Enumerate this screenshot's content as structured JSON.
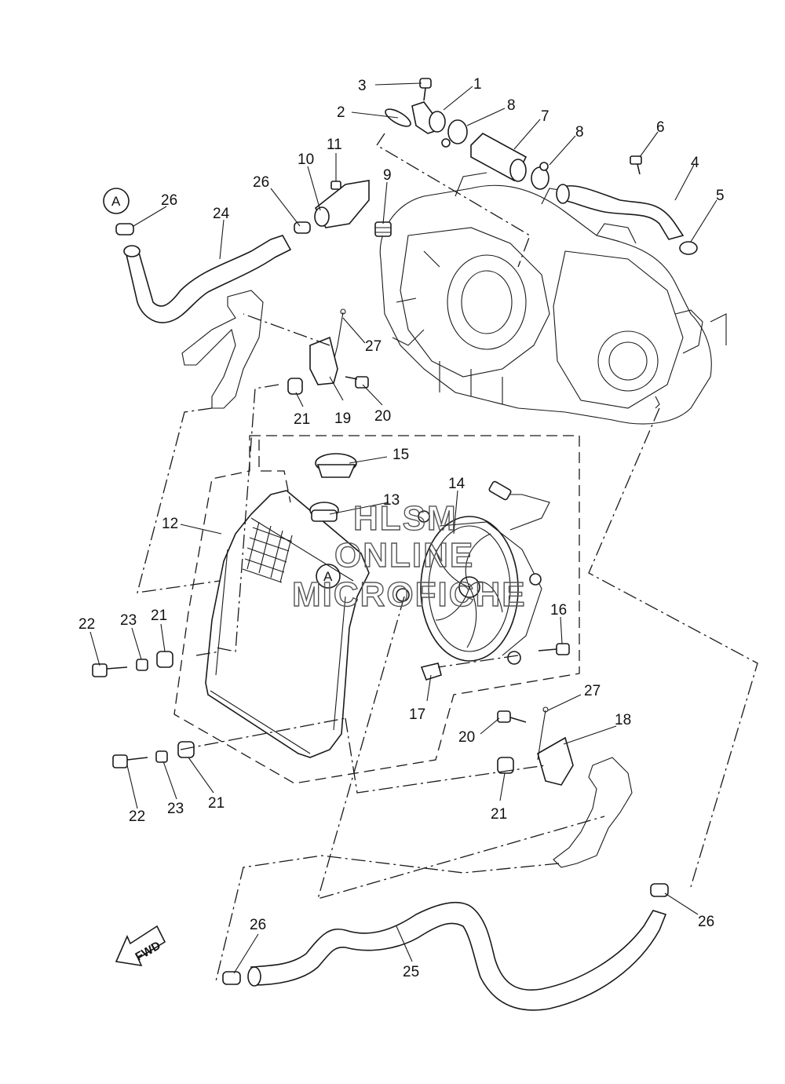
{
  "callouts": {
    "c1": "1",
    "c2": "2",
    "c3": "3",
    "c4": "4",
    "c5": "5",
    "c6": "6",
    "c7": "7",
    "c8a": "8",
    "c8b": "8",
    "c9": "9",
    "c10": "10",
    "c11": "11",
    "c12": "12",
    "c13": "13",
    "c14": "14",
    "c15": "15",
    "c16": "16",
    "c17": "17",
    "c18": "18",
    "c19": "19",
    "c20a": "20",
    "c20b": "20",
    "c21a": "21",
    "c21b": "21",
    "c21c": "21",
    "c21d": "21",
    "c22a": "22",
    "c22b": "22",
    "c23a": "23",
    "c23b": "23",
    "c24": "24",
    "c25": "25",
    "c26a": "26",
    "c26b": "26",
    "c26c": "26",
    "c26d": "26",
    "c27a": "27",
    "c27b": "27"
  },
  "ref_marks": {
    "a_top": "A",
    "a_radiator": "A"
  },
  "fwd_arrow": {
    "label": "FWD"
  },
  "watermark": {
    "line1": "HLSM",
    "line2": "ONLINE",
    "line3": "MICROFICHE"
  }
}
